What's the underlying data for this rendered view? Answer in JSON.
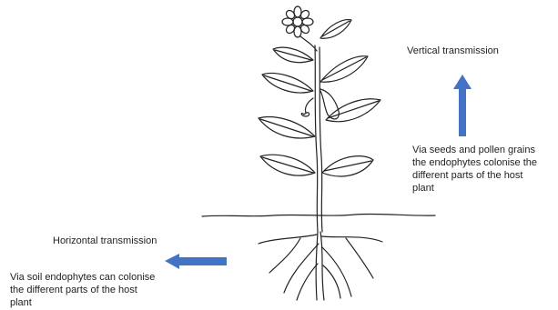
{
  "vertical": {
    "title": "Vertical  transmission",
    "caption_lines": [
      "Via seeds and pollen grains",
      "the endophytes colonise the",
      "different parts of the host",
      "plant"
    ]
  },
  "horizontal": {
    "title": "Horizontal transmission",
    "caption_lines": [
      "Via soil endophytes can colonise",
      "the different parts of the host",
      "plant"
    ]
  },
  "colors": {
    "arrow": "#4472c4",
    "line": "#222222"
  }
}
